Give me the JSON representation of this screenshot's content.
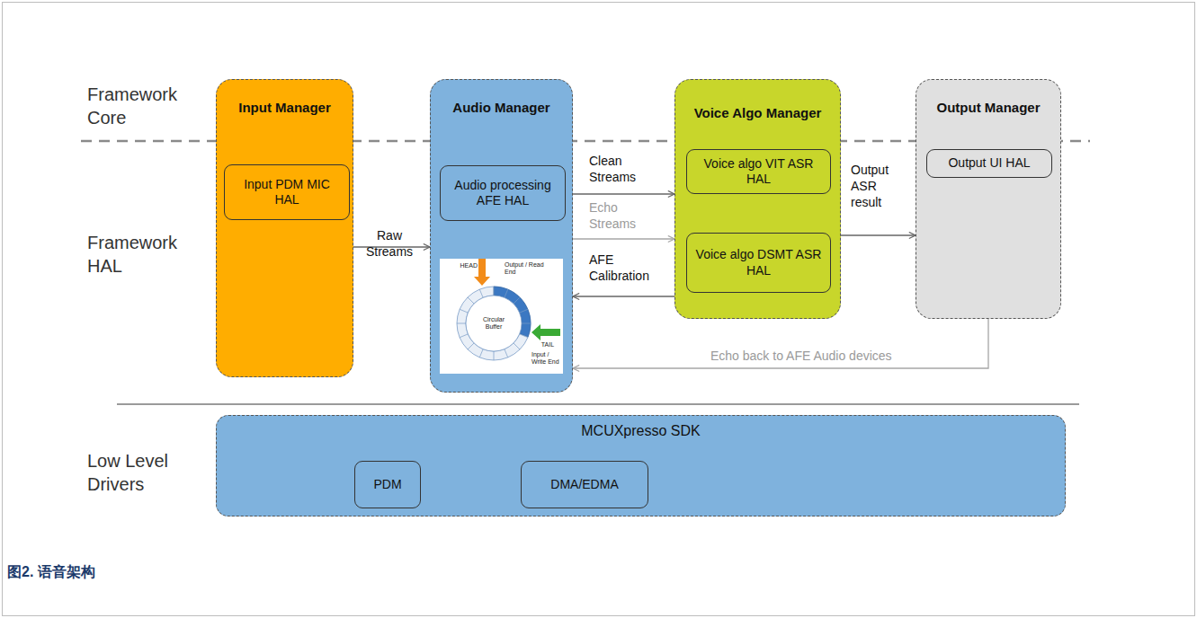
{
  "diagram": {
    "caption": "图2. 语音架构",
    "nodes": [
      {
        "text": [
          "Input Manager"
        ]
      },
      {
        "text": [
          "Input PDM MIC HAL"
        ],
        "in": 0
      },
      {
        "text": [
          "Audio Manager"
        ]
      },
      {
        "text": [
          "Audio processing AFE HAL"
        ],
        "in": 2
      },
      {
        "text": [
          "Voice Algo Manager"
        ]
      },
      {
        "text": [
          "Voice algo VIT ASR HAL"
        ],
        "in": 4
      },
      {
        "text": [
          "Voice algo DSMT ASR HAL"
        ],
        "in": 4
      },
      {
        "text": [
          "Output Manager"
        ]
      },
      {
        "text": [
          "Output UI HAL"
        ],
        "in": 7
      },
      {
        "text": [
          "MCUXpresso SDK"
        ]
      },
      {
        "text": [
          "PDM"
        ],
        "in": 9
      },
      {
        "text": [
          "DMA/EDMA"
        ],
        "in": 9
      }
    ],
    "edges": [
      {
        "from": 1,
        "to": 2,
        "label": "Raw Streams",
        "arrow": "to"
      },
      {
        "from": 2,
        "to": 4,
        "label": "Clean Streams",
        "arrow": "to"
      },
      {
        "from": 2,
        "to": 4,
        "label": "Echo Streams",
        "arrow": "to"
      },
      {
        "from": 4,
        "to": 2,
        "label": "AFE Calibration",
        "arrow": "to"
      },
      {
        "from": 4,
        "to": 7,
        "label": "Output ASR result",
        "arrow": "to"
      },
      {
        "from": 7,
        "to": 2,
        "label": "Echo back to AFE Audio devices",
        "arrow": "to"
      }
    ],
    "labels": [
      "Framework Core",
      "Framework HAL",
      "Low Level Drivers",
      "HEAD",
      "Output / Read End",
      "Circular Buffer",
      "TAIL",
      "Input / Write End"
    ]
  }
}
